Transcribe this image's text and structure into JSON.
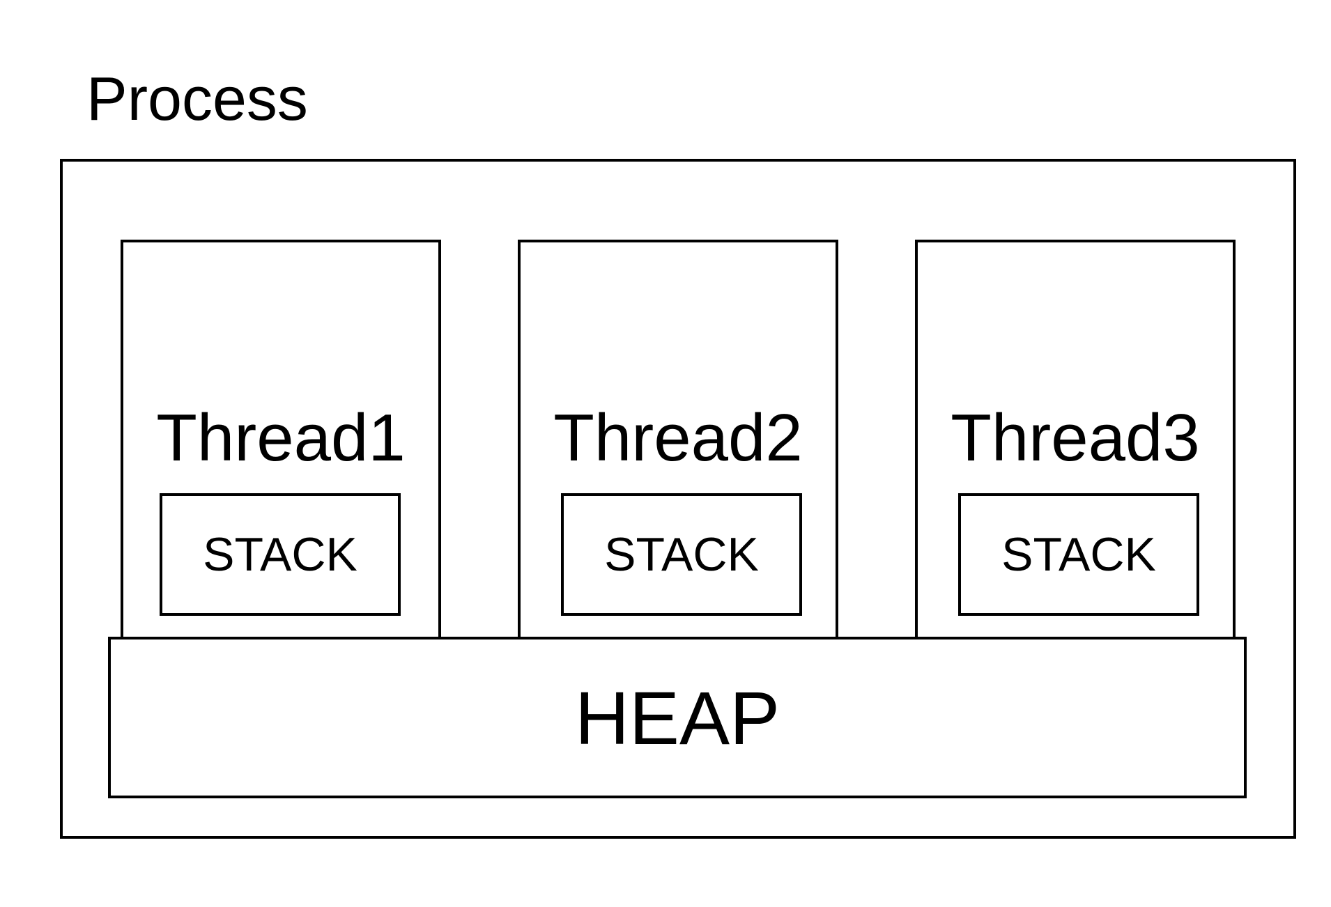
{
  "process": {
    "title": "Process"
  },
  "threads": [
    {
      "label": "Thread1",
      "stack_label": "STACK"
    },
    {
      "label": "Thread2",
      "stack_label": "STACK"
    },
    {
      "label": "Thread3",
      "stack_label": "STACK"
    }
  ],
  "heap": {
    "label": "HEAP"
  },
  "colors": {
    "stroke": "#000000",
    "background": "#ffffff"
  }
}
